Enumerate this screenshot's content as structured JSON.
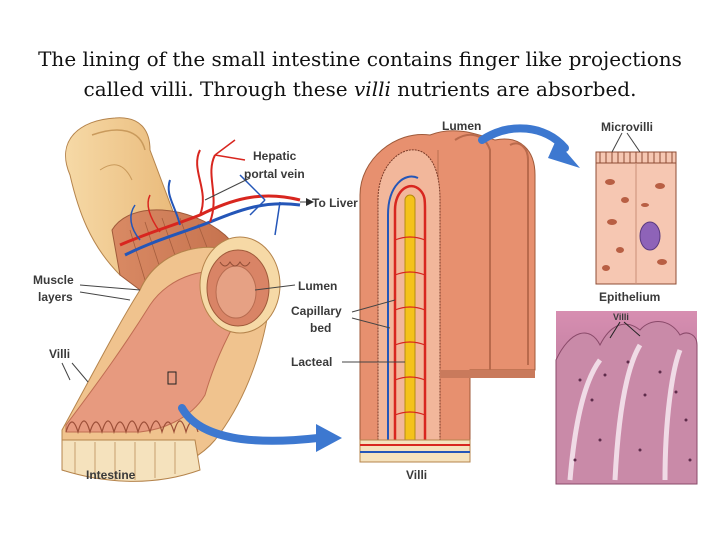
{
  "caption": {
    "part1": "The lining of the small intestine contains finger like projections",
    "part2": "called villi. Through these ",
    "part3_italic": "villi",
    "part4": " nutrients are absorbed."
  },
  "labels": {
    "hepatic_portal_vein_1": "Hepatic",
    "hepatic_portal_vein_2": "portal vein",
    "to_liver": "To Liver",
    "muscle_layers_1": "Muscle",
    "muscle_layers_2": "layers",
    "villi_left": "Villi",
    "lumen_left": "Lumen",
    "capillary_bed_1": "Capillary",
    "capillary_bed_2": "bed",
    "lacteal": "Lacteal",
    "intestine": "Intestine",
    "lumen_top": "Lumen",
    "villi_bottom": "Villi",
    "microvilli": "Microvilli",
    "epithelium": "Epithelium",
    "villi_micrograph": "Villi"
  },
  "colors": {
    "tissue": "#e7906f",
    "tissue_dark": "#c96a4c",
    "intestine_outer": "#f2c98f",
    "artery": "#d8261f",
    "vein": "#2456b8",
    "lacteal": "#f4c21b",
    "arrow": "#3d78d0",
    "micrograph": "#c98aa8"
  }
}
